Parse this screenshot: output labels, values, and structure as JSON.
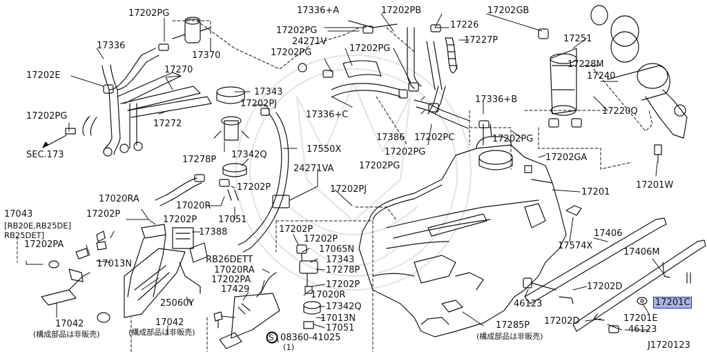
{
  "diagram": {
    "id": "J1720123",
    "parts": {
      "p17202PG_a": "17202PG",
      "p17336": "17336",
      "p17370": "17370",
      "p17202E": "17202E",
      "p17270": "17270",
      "p17202PG_b": "17202PG",
      "p17272": "17272",
      "sec173": "SEC.173",
      "p17343_a": "17343",
      "p17202PJ_a": "17202PJ",
      "p17278P_a": "17278P",
      "p17342Q_a": "17342Q",
      "p17550X": "17550X",
      "p24271VA": "24271VA",
      "p17202P_a": "17202P",
      "p17020R_a": "17020R",
      "p17020RA_a": "17020RA",
      "p17202P_b": "17202P",
      "p17043": "17043",
      "p17043_note1": "[RB20E,RB25DE]",
      "p17043_note2": "RB25DET]",
      "p17202PA_a": "17202PA",
      "p17013N_a": "17013N",
      "p17388": "17388",
      "p17051_a": "17051",
      "p25060Y": "25060Y",
      "p17042_a": "17042",
      "p17042_a_note": "(構成部品は非販売)",
      "p17042_b": "17042",
      "p17042_b_note": "(構成部品は非販売)",
      "rb26dett": "RB26DETT",
      "p17020RA_b": "17020RA",
      "p17202PA_b": "17202PA",
      "p17429": "17429",
      "p17202P_c": "17202P",
      "p17202P_d": "17202P",
      "p17065N": "17065N",
      "p17343_b": "17343",
      "p17278P_b": "17278P",
      "p17202P_e": "17202P",
      "p17020R_b": "17020R",
      "p17342Q_b": "17342Q",
      "p17013N_b": "17013N",
      "p17051_b": "17051",
      "screw": "08360-41025",
      "screw_qty": "(1)",
      "screw_s": "S",
      "p17336A": "17336+A",
      "p17202PB": "17202PB",
      "p17202GB": "17202GB",
      "p17202PG_c": "17202PG",
      "p24271V": "24271V",
      "p17202PG_d": "17202PG",
      "p17202PG_e": "17202PG",
      "p17226": "17226",
      "p17227P": "17227P",
      "p17251": "17251",
      "p17228M": "17228M",
      "p17240": "17240",
      "p17220Q": "17220Q",
      "p17336C": "17336+C",
      "p17336B": "17336+B",
      "p17386": "17386",
      "p17202PC": "17202PC",
      "p17202PG_f": "17202PG",
      "p17202PG_g": "17202PG",
      "p17202PG_h": "17202PG",
      "p17202GA": "17202GA",
      "p17202PJ_b": "17202PJ",
      "p17201": "17201",
      "p17201W": "17201W",
      "p17406": "17406",
      "p17574X": "17574X",
      "p17406M": "17406M",
      "p17202D_a": "17202D",
      "p46123_a": "46123",
      "p17202D_b": "17202D",
      "p17201C": "17201C",
      "p17201E": "17201E",
      "p46123_b": "46123",
      "p17285P": "17285P",
      "p17285P_note": "(構成部品は非販売)"
    }
  },
  "colors": {
    "line": "#111111",
    "highlight_fill": "#a9b4e8",
    "highlight_border": "#2a3580",
    "watermark": "#e2e2e2"
  }
}
